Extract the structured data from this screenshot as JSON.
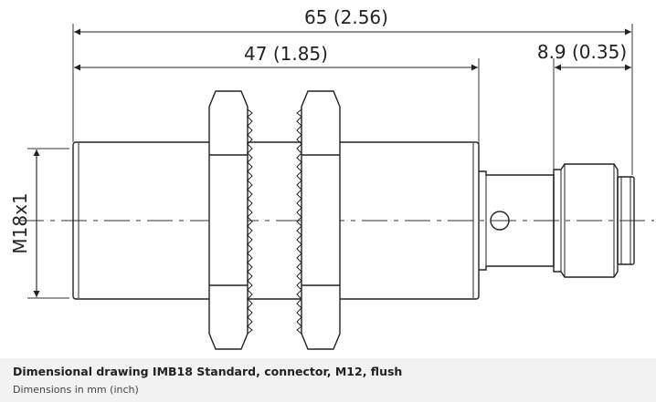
{
  "dimensions": {
    "overall_length": "65 (2.56)",
    "thread_length": "47 (1.85)",
    "connector_length": "8.9 (0.35)",
    "thread_size": "M18x1"
  },
  "caption": {
    "title": "Dimensional drawing IMB18 Standard, connector, M12, flush",
    "subtitle": "Dimensions in mm (inch)"
  }
}
